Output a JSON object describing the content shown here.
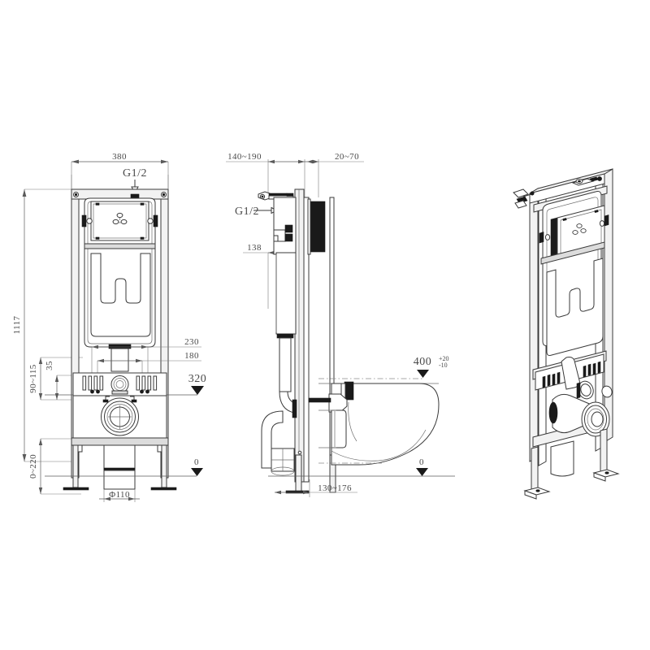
{
  "drawing": {
    "title": "Concealed cistern installation frame – technical drawing",
    "background_color": "#ffffff",
    "line_color": "#3a3a3a",
    "text_color": "#4a4a4a"
  },
  "views": {
    "front": {
      "name": "front-elevation-view"
    },
    "side": {
      "name": "side-section-view"
    },
    "iso": {
      "name": "isometric-view"
    }
  },
  "dimensions": {
    "front_width": "380",
    "front_total_height": "1117",
    "water_inlet_thread": "G1/2",
    "bolt_spacing_outer": "230",
    "bolt_spacing_inner": "180",
    "bolt_height": "320",
    "floor_datum": "0",
    "drain_diameter": "Φ110",
    "inlet_height_range": "90~115",
    "inlet_offset": "35",
    "foot_adjust_range": "0~220"
  },
  "side_dimensions": {
    "wall_offset_range": "140~190",
    "front_panel_range": "20~70",
    "inlet_thread": "G1/2",
    "flush_plate_depth": "138",
    "pan_projection": "130~176",
    "floor_datum": "0"
  },
  "pan_dimensions": {
    "seat_height_value": "400",
    "seat_height_tol_plus": "+20",
    "seat_height_tol_minus": "-10",
    "floor_datum": "0"
  },
  "markers": {
    "datum_triangle": "level-marker-triangle",
    "arrow_down": "inlet-direction-arrow"
  }
}
